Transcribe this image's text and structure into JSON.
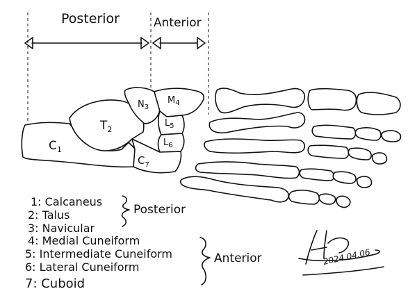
{
  "regions": {
    "posterior_label": "Posterior",
    "anterior_label": "Anterior"
  },
  "bones": {
    "calcaneus": "C",
    "calcaneus_sub": "1",
    "talus": "T",
    "talus_sub": "2",
    "navicular": "N",
    "navicular_sub": "3",
    "medial_cuneiform": "M",
    "medial_cuneiform_sub": "4",
    "intermediate_cuneiform": "L",
    "intermediate_cuneiform_sub": "5",
    "lateral_cuneiform": "L",
    "lateral_cuneiform_sub": "6",
    "cuboid": "C",
    "cuboid_sub": "7"
  },
  "legend": {
    "items": [
      "1: Calcaneus",
      "2: Talus",
      "3: Navicular",
      "4: Medial Cuneiform",
      "5: Intermediate Cuneiform",
      "6: Lateral Cuneiform",
      "7: Cuboid"
    ],
    "group_posterior": "Posterior",
    "group_anterior": "Anterior"
  },
  "signature": {
    "date": "2024.04.06"
  }
}
